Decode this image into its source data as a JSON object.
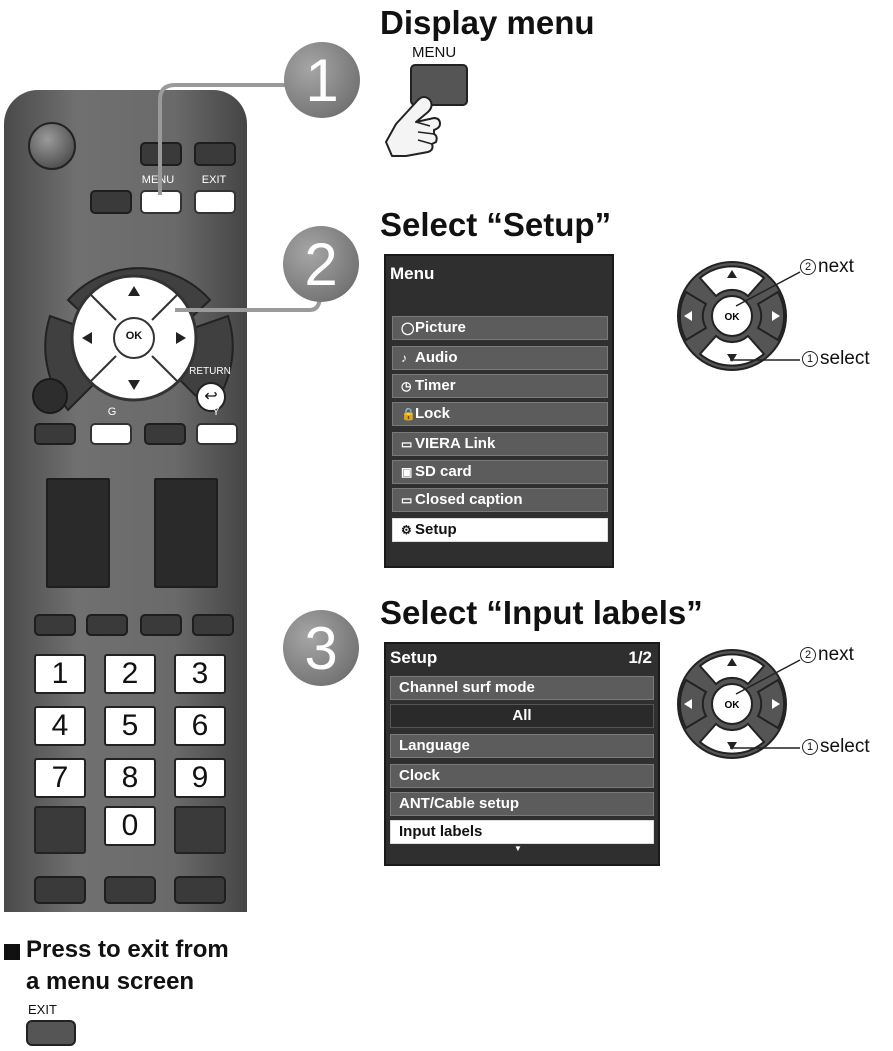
{
  "remote": {
    "labels": {
      "menu": "MENU",
      "exit": "EXIT",
      "ok": "OK",
      "return": "RETURN",
      "g": "G",
      "y": "Y"
    },
    "number_keys": [
      "1",
      "2",
      "3",
      "4",
      "5",
      "6",
      "7",
      "8",
      "9",
      "",
      "0",
      ""
    ]
  },
  "step1": {
    "number": "1",
    "title": "Display menu",
    "button_label": "MENU"
  },
  "step2": {
    "number": "2",
    "title": "Select “Setup”",
    "menu_title": "Menu",
    "menu_items": [
      {
        "icon": "◯",
        "label": "Picture"
      },
      {
        "icon": "♪",
        "label": "Audio"
      },
      {
        "icon": "◷",
        "label": "Timer"
      },
      {
        "icon": "🔒",
        "label": "Lock"
      },
      {
        "icon": "▭",
        "label": "VIERA Link"
      },
      {
        "icon": "▣",
        "label": "SD card"
      },
      {
        "icon": "▭",
        "label": "Closed caption"
      },
      {
        "icon": "⚙",
        "label": "Setup"
      }
    ],
    "next_label": "next",
    "select_label": "select",
    "next_num": "2",
    "select_num": "1"
  },
  "step3": {
    "number": "3",
    "title": "Select “Input labels”",
    "menu_title": "Setup",
    "page": "1/2",
    "items": [
      {
        "label": "Channel surf mode"
      },
      {
        "label": "All"
      },
      {
        "label": "Language"
      },
      {
        "label": "Clock"
      },
      {
        "label": "ANT/Cable setup"
      },
      {
        "label": "Input labels"
      }
    ],
    "scroll_indicator": "▼",
    "next_label": "next",
    "select_label": "select",
    "next_num": "2",
    "select_num": "1"
  },
  "footer": {
    "line1": "Press to exit from",
    "line2": "a menu screen",
    "exit_label": "EXIT"
  }
}
